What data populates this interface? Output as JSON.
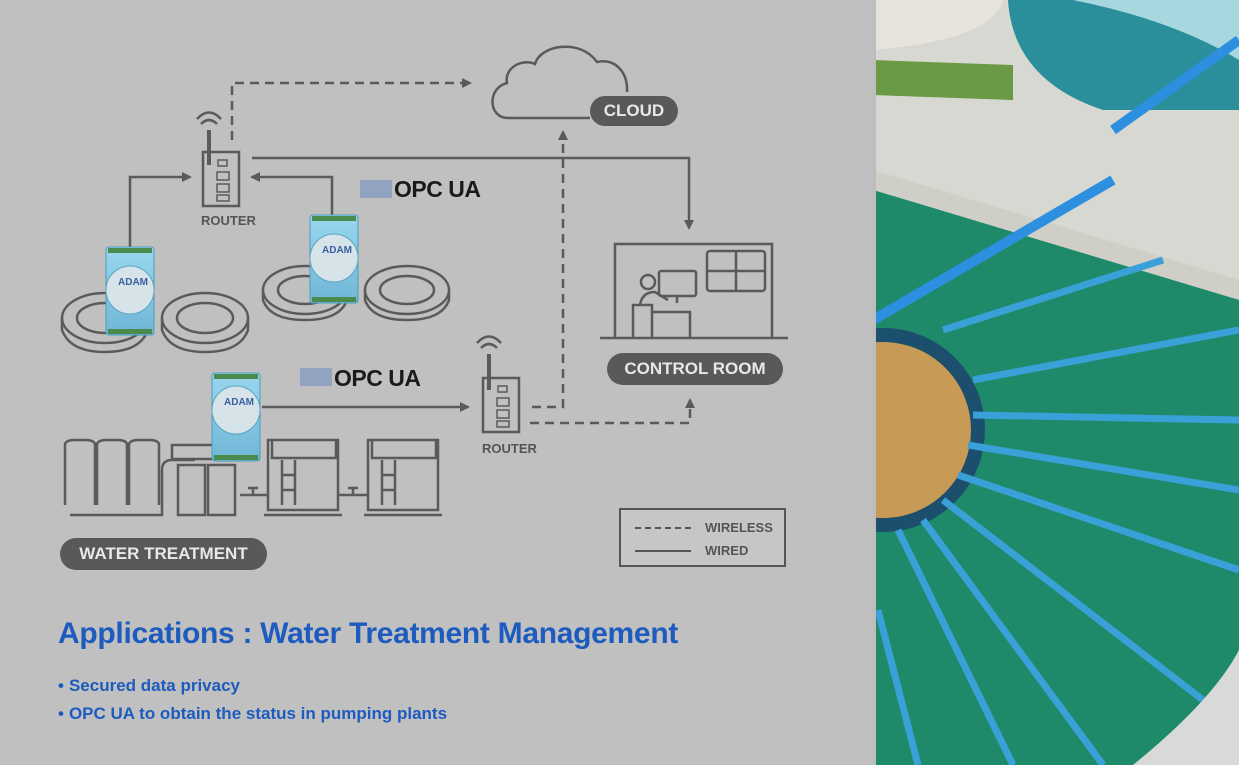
{
  "diagram": {
    "nodes": {
      "cloud": {
        "label": "CLOUD"
      },
      "control_room": {
        "label": "CONTROL ROOM"
      },
      "water_treatment": {
        "label": "WATER TREATMENT"
      },
      "router_top": {
        "label": "ROUTER"
      },
      "router_bottom": {
        "label": "ROUTER"
      },
      "adam_brand": "ADAM"
    },
    "protocol_badges": [
      {
        "label": "OPC UA"
      },
      {
        "label": "OPC UA"
      }
    ],
    "legend": {
      "wireless": "WIRELESS",
      "wired": "WIRED"
    }
  },
  "caption": {
    "title": "Applications : Water Treatment Management",
    "bullets": [
      "Secured data privacy",
      "OPC UA to obtain the status in pumping plants"
    ],
    "bullet_glyph": "•"
  },
  "photo": {
    "subject": "water-treatment-clarifier-tanks"
  },
  "colors": {
    "background": "#c0c0c0",
    "line": "#5a5a5a",
    "pill": "#595959",
    "title_blue": "#1d5bbf",
    "adam_module": "#8ecde6",
    "water": "#1f8a6a"
  }
}
